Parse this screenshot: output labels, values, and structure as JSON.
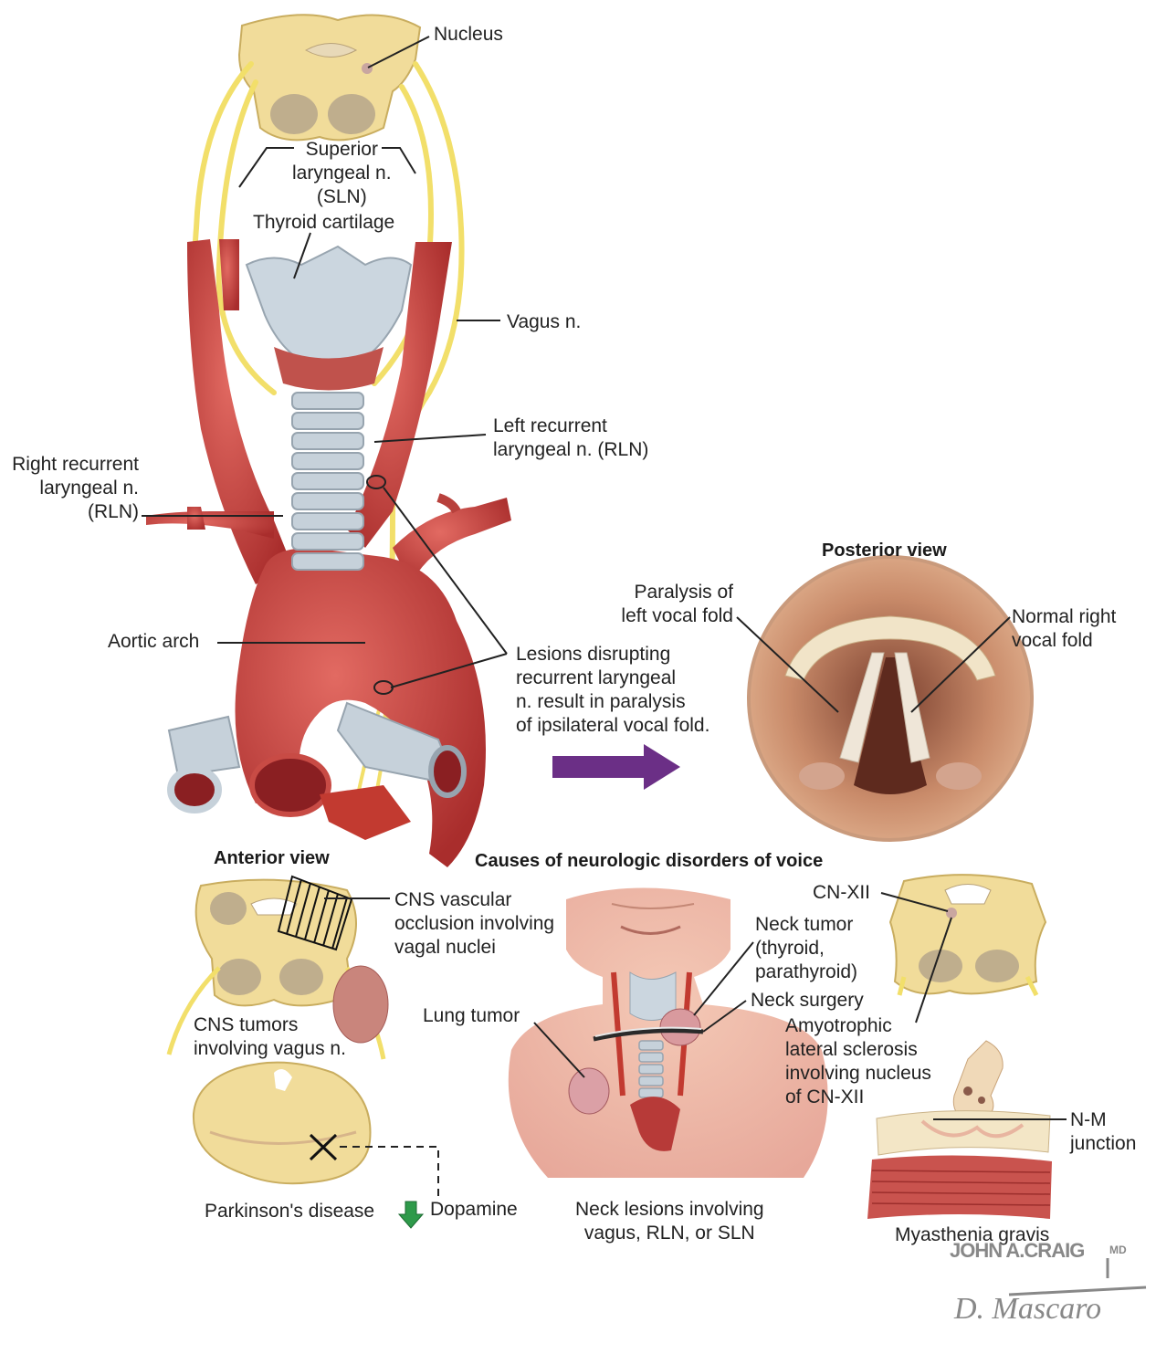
{
  "labels": {
    "nucleus": "Nucleus",
    "sln": "Superior\nlaryngeal n.\n(SLN)",
    "thyroid_cartilage": "Thyroid cartilage",
    "vagus": "Vagus n.",
    "left_rln": "Left recurrent\nlaryngeal n. (RLN)",
    "right_rln": "Right recurrent\nlaryngeal n.\n(RLN)",
    "aortic_arch": "Aortic arch",
    "lesions": "Lesions disrupting\nrecurrent laryngeal\nn. result in paralysis\nof ipsilateral vocal fold.",
    "posterior_view": "Posterior view",
    "paralysis_left": "Paralysis of\nleft vocal fold",
    "normal_right": "Normal right\nvocal fold",
    "anterior_view": "Anterior view",
    "causes_title": "Causes of neurologic disorders of voice",
    "cns_vascular": "CNS vascular\nocclusion involving\nvagal nuclei",
    "cns_tumors": "CNS tumors\ninvolving vagus n.",
    "parkinsons": "Parkinson's disease",
    "dopamine": "Dopamine",
    "neck_tumor": "Neck tumor\n(thyroid,\nparathyroid)",
    "neck_surgery": "Neck surgery",
    "lung_tumor": "Lung tumor",
    "neck_lesions": "Neck lesions involving\nvagus, RLN, or SLN",
    "cn_xii": "CN-XII",
    "als": "Amyotrophic\nlateral sclerosis\ninvolving nucleus\nof CN-XII",
    "nm_junction": "N-M\njunction",
    "myasthenia": "Myasthenia gravis"
  },
  "signature": {
    "artist1": "JOHN A.CRAIG",
    "artist1_suffix": "MD",
    "artist2": "D. Mascaro"
  },
  "colors": {
    "nerve": "#f2df6a",
    "artery": "#c8433f",
    "cartilage": "#c9d3dc",
    "brainstem": "#f1dc9a",
    "arrow": "#6b2f86",
    "dopamine_arrow": "#2e9a4a"
  }
}
